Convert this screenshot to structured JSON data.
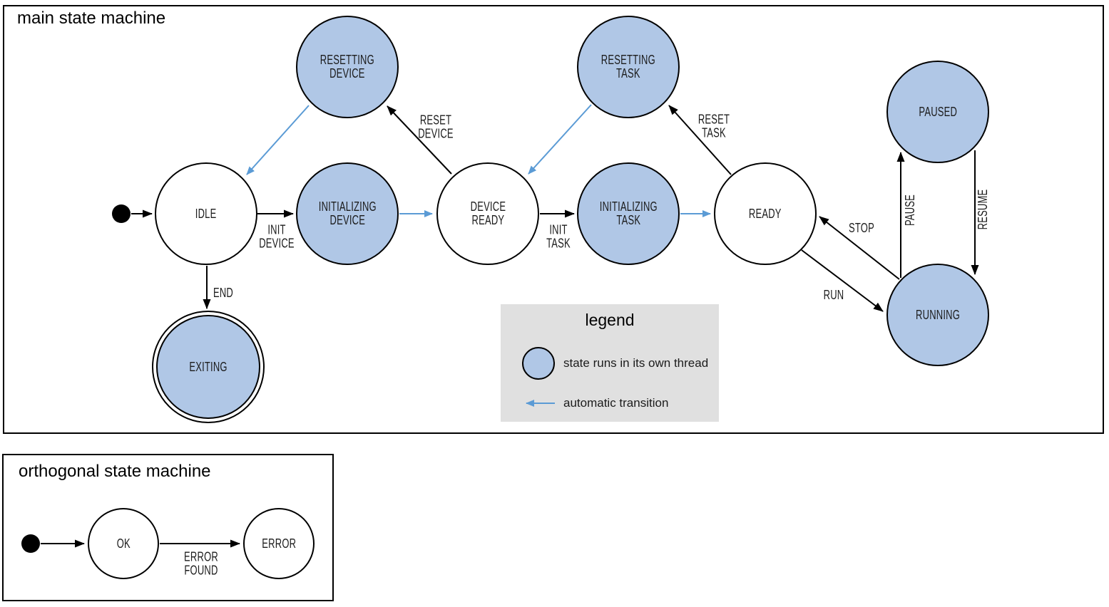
{
  "main_machine": {
    "title": "main state machine",
    "states": {
      "idle": "IDLE",
      "initializing_device": "INITIALIZING\nDEVICE",
      "device_ready": "DEVICE\nREADY",
      "initializing_task": "INITIALIZING\nTASK",
      "ready": "READY",
      "resetting_device": "RESETTING\nDEVICE",
      "resetting_task": "RESETTING\nTASK",
      "paused": "PAUSED",
      "running": "RUNNING",
      "exiting": "EXITING"
    },
    "transitions": {
      "init_device": "INIT\nDEVICE",
      "init_task": "INIT\nTASK",
      "reset_device": "RESET\nDEVICE",
      "reset_task": "RESET\nTASK",
      "stop": "STOP",
      "run": "RUN",
      "pause": "PAUSE",
      "resume": "RESUME",
      "end": "END"
    }
  },
  "legend": {
    "title": "legend",
    "items": [
      {
        "symbol": "thread-state-circle",
        "label": "state runs in its own thread"
      },
      {
        "symbol": "automatic-transition-arrow",
        "label": "automatic transition"
      }
    ]
  },
  "orthogonal_machine": {
    "title": "orthogonal state machine",
    "states": {
      "ok": "OK",
      "error": "ERROR"
    },
    "transitions": {
      "error_found": "ERROR\nFOUND"
    }
  },
  "colors": {
    "thread_state_fill": "#b0c7e6",
    "automatic_transition": "#5b9bd5",
    "legend_background": "#e0e0e0",
    "outline": "#000000",
    "label_text": "#1b1b1b"
  }
}
